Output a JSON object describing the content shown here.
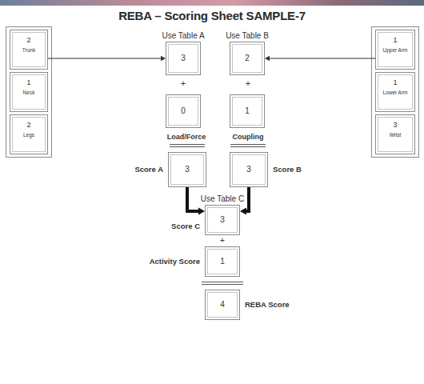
{
  "diagram": {
    "title": "REBA – Scoring Sheet SAMPLE-7",
    "nodes": [
      {
        "text": [
          "2",
          "Trunk"
        ]
      },
      {
        "text": [
          "1",
          "Neck"
        ]
      },
      {
        "text": [
          "2",
          "Legs"
        ]
      },
      {
        "text": [
          "Use Table A",
          "3"
        ]
      },
      {
        "text": [
          "Use Table B",
          "2"
        ]
      },
      {
        "text": [
          "1",
          "Upper Arm"
        ]
      },
      {
        "text": [
          "1",
          "Lower Arm"
        ]
      },
      {
        "text": [
          "3",
          "Wrist"
        ]
      },
      {
        "text": [
          "0"
        ]
      },
      {
        "text": [
          "1"
        ]
      },
      {
        "text": [
          "Score A",
          "3"
        ]
      },
      {
        "text": [
          "3",
          "Score B"
        ]
      },
      {
        "text": [
          "Use Table C",
          "Score C",
          "3"
        ]
      },
      {
        "text": [
          "Activity Score",
          "1"
        ]
      },
      {
        "text": [
          "4",
          "REBA Score"
        ]
      }
    ],
    "edges": [
      {
        "from": 0,
        "to": 3,
        "arrow": "to"
      },
      {
        "from": 5,
        "to": 4,
        "arrow": "to"
      },
      {
        "from": 10,
        "to": 12,
        "arrow": "to"
      },
      {
        "from": 11,
        "to": 12,
        "arrow": "to"
      }
    ],
    "labels": [
      "+",
      "+",
      "Load/Force",
      "Coupling",
      "+"
    ]
  }
}
